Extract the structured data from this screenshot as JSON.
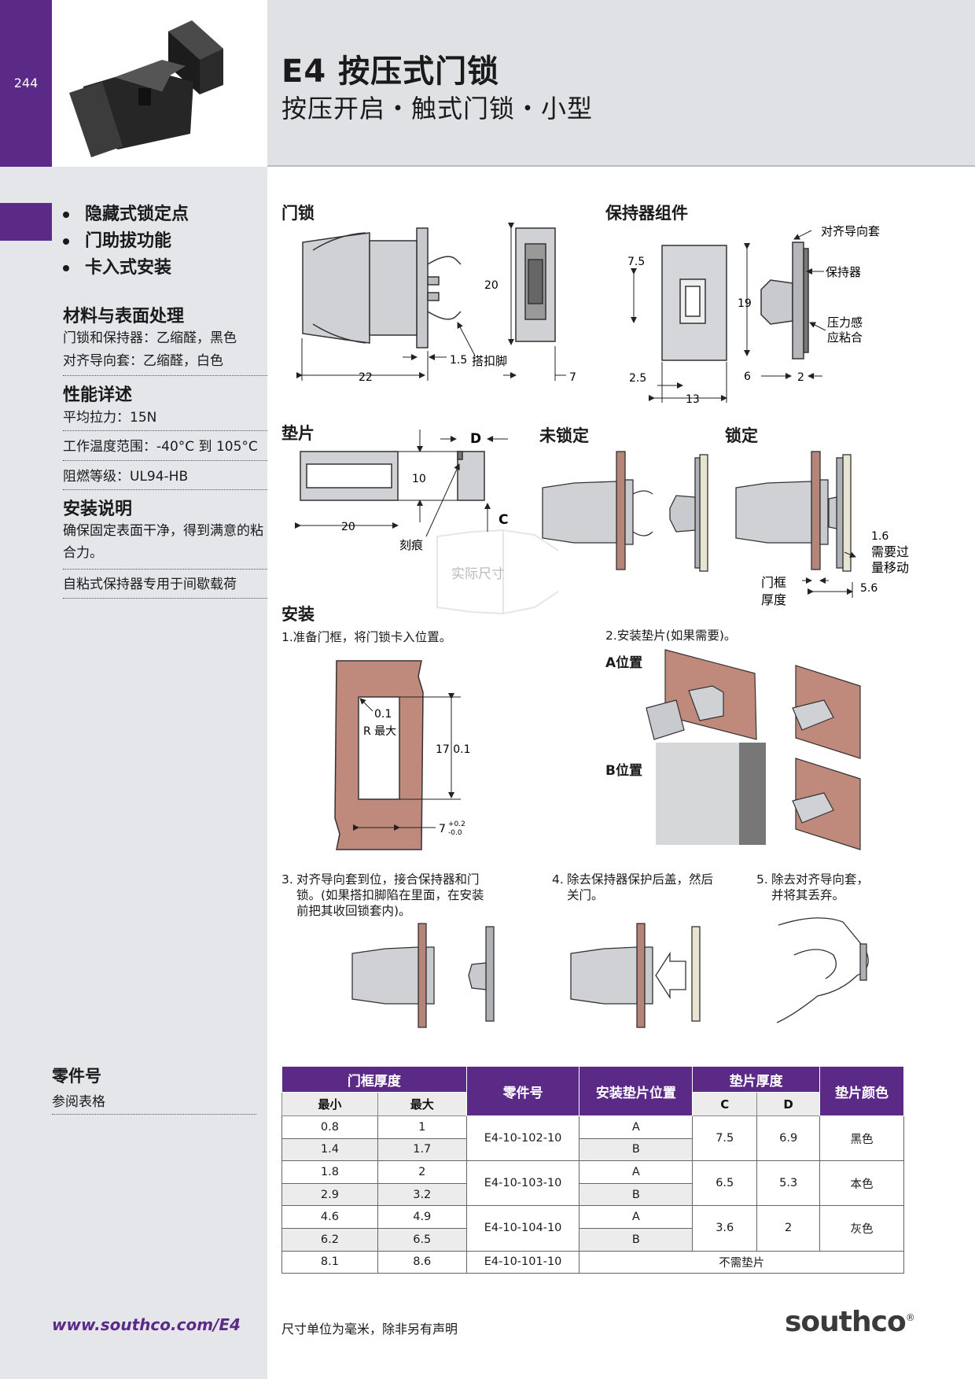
{
  "header": {
    "page_number": "244",
    "title": "E4 按压式门锁",
    "subtitle": "按压开启・触式门锁・小型"
  },
  "features": [
    "隐藏式锁定点",
    "门助拔功能",
    "卡入式安装"
  ],
  "specs": {
    "materials_title": "材料与表面处理",
    "materials": [
      "门锁和保持器：乙缩醛，黑色",
      "对齐导向套：乙缩醛，白色"
    ],
    "performance_title": "性能详述",
    "performance": [
      "平均拉力：15N",
      "工作温度范围：-40°C 到 105°C",
      "阻燃等级：UL94-HB"
    ],
    "install_title": "安装说明",
    "install_notes": [
      "确保固定表面干净，得到满意的粘合力。",
      "自粘式保持器专用于间歇载荷"
    ]
  },
  "drawings": {
    "latch": {
      "title": "门锁",
      "dim_20": "20",
      "dim_22": "22",
      "dim_15": "1.5",
      "dim_7": "7",
      "leg": "搭扣脚"
    },
    "retainer": {
      "title": "保持器组件",
      "guide": "对齐导向套",
      "retainer": "保持器",
      "adhesive1": "压力感",
      "adhesive2": "应粘合",
      "d75": "7.5",
      "d19": "19",
      "d25": "2.5",
      "d13": "13",
      "d6": "6",
      "d2": "2"
    },
    "shim": {
      "title": "垫片",
      "d": "D",
      "c": "C",
      "d10": "10",
      "d20": "20",
      "score": "刻痕"
    },
    "unlocked": {
      "title": "未锁定"
    },
    "locked": {
      "title": "锁定",
      "d16": "1.6",
      "travel1": "需要过",
      "travel2": "量移动",
      "frame1": "门框",
      "frame2": "厚度",
      "d56": "5.6"
    },
    "actual_size": "实际尺寸"
  },
  "installation": {
    "title": "安装",
    "step1": "1.准备门框，将门锁卡入位置。",
    "step1_r": "0.1",
    "step1_rmax": "R 最大",
    "step1_h": "17  0.1",
    "step1_w": "7",
    "step1_tol_plus": "+0.2",
    "step1_tol_minus": "-0.0",
    "step2": "2.安装垫片(如果需要)。",
    "pos_a": "A位置",
    "pos_b": "B位置",
    "step3_num": "3.",
    "step3": [
      "对齐导向套到位，接合保持器和门",
      "锁。(如果搭扣脚陷在里面，在安装",
      "前把其收回锁套内)。"
    ],
    "step4_num": "4.",
    "step4": [
      "除去保持器保护后盖，然后",
      "关门。"
    ],
    "step5_num": "5.",
    "step5": [
      "除去对齐导向套，",
      "并将其丢弃。"
    ]
  },
  "parts": {
    "label": "零件号",
    "sub": "参阅表格",
    "headers": {
      "frame": "门框厚度",
      "min": "最小",
      "max": "最大",
      "part": "零件号",
      "pos": "安装垫片位置",
      "shim": "垫片厚度",
      "c": "C",
      "d": "D",
      "color": "垫片颜色"
    },
    "groups": [
      {
        "part": "E4-10-102-10",
        "c": "7.5",
        "d": "6.9",
        "color": "黑色",
        "rows": [
          {
            "min": "0.8",
            "max": "1",
            "pos": "A"
          },
          {
            "min": "1.4",
            "max": "1.7",
            "pos": "B"
          }
        ]
      },
      {
        "part": "E4-10-103-10",
        "c": "6.5",
        "d": "5.3",
        "color": "本色",
        "rows": [
          {
            "min": "1.8",
            "max": "2",
            "pos": "A"
          },
          {
            "min": "2.9",
            "max": "3.2",
            "pos": "B"
          }
        ]
      },
      {
        "part": "E4-10-104-10",
        "c": "3.6",
        "d": "2",
        "color": "灰色",
        "rows": [
          {
            "min": "4.6",
            "max": "4.9",
            "pos": "A"
          },
          {
            "min": "6.2",
            "max": "6.5",
            "pos": "B"
          }
        ]
      }
    ],
    "last": {
      "min": "8.1",
      "max": "8.6",
      "part": "E4-10-101-10",
      "note": "不需垫片"
    }
  },
  "footer": {
    "url": "www.southco.com/E4",
    "units": "尺寸单位为毫米，除非另有声明",
    "logo": "southco",
    "reg": "®"
  }
}
